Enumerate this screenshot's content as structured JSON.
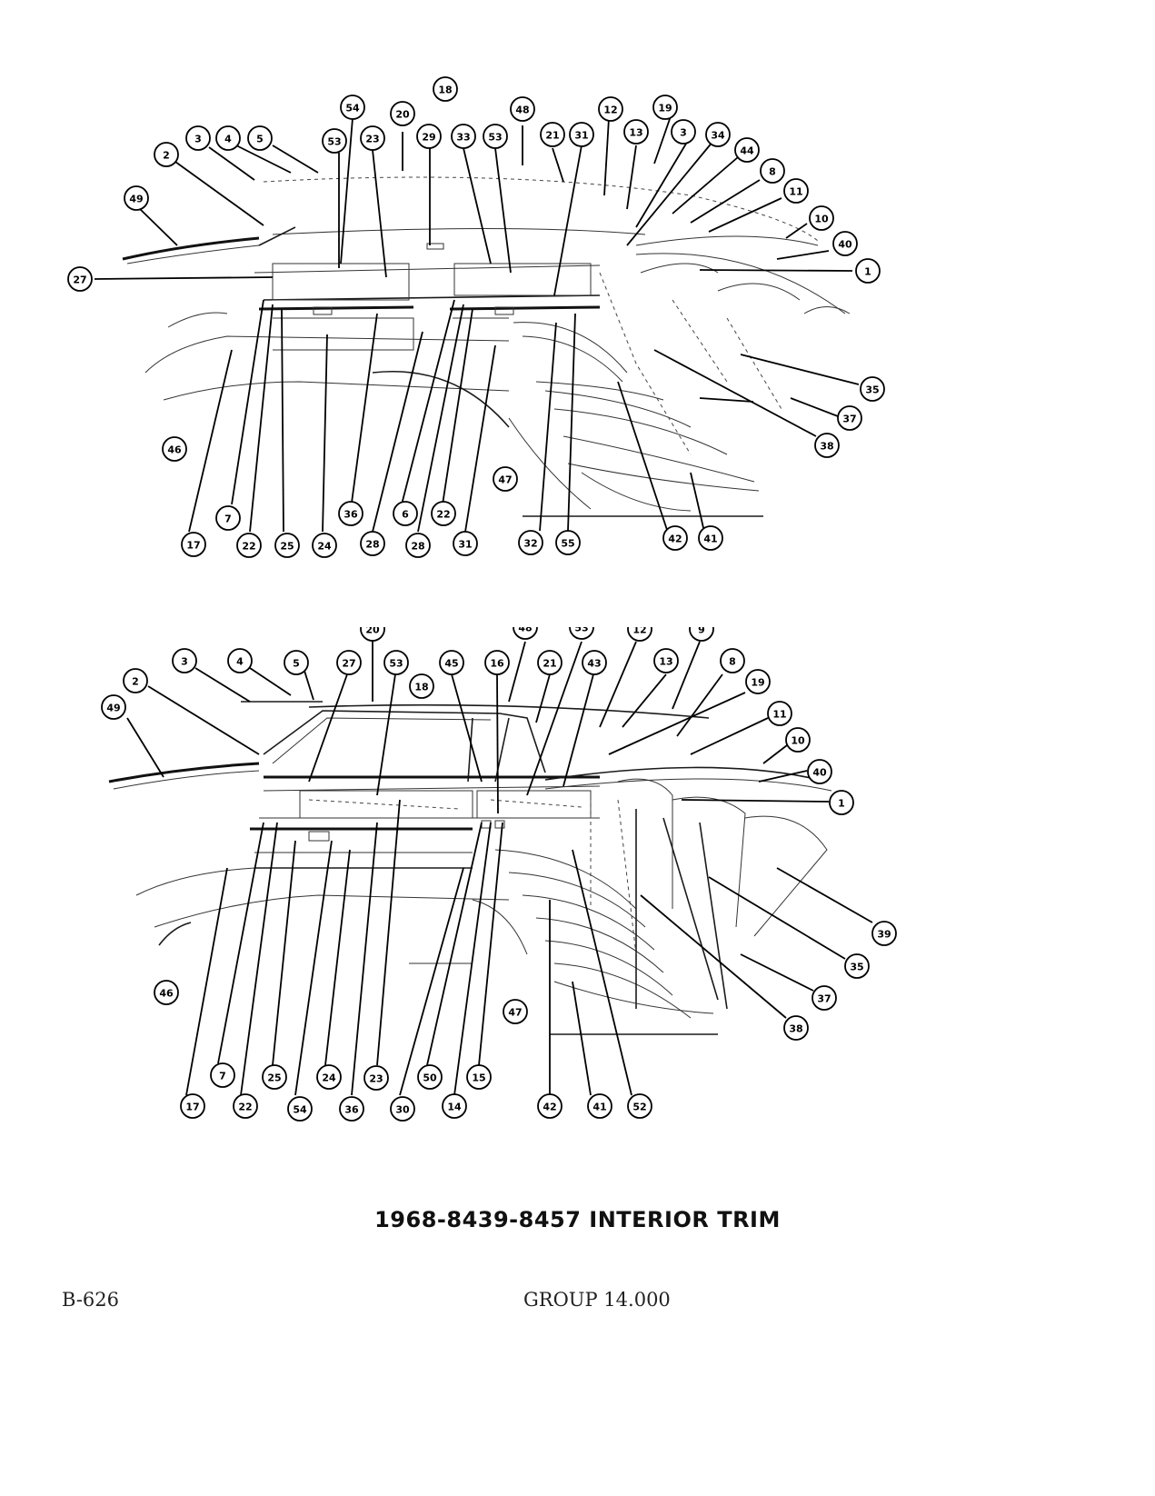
{
  "caption": "1968-8439-8457 INTERIOR TRIM",
  "page_number": "B-626",
  "group": "GROUP 14.000",
  "top_callouts": [
    "18",
    "54",
    "20",
    "48",
    "12",
    "19",
    "53",
    "23",
    "29",
    "33",
    "53",
    "21",
    "31",
    "13",
    "3",
    "34",
    "44",
    "3",
    "4",
    "5",
    "2",
    "8",
    "11",
    "49",
    "10",
    "40",
    "27",
    "1",
    "35",
    "37",
    "38",
    "46",
    "47",
    "7",
    "17",
    "22",
    "25",
    "24",
    "36",
    "6",
    "28",
    "28",
    "22",
    "31",
    "32",
    "55",
    "42",
    "41"
  ],
  "bottom_callouts": [
    "20",
    "48",
    "53",
    "12",
    "9",
    "3",
    "4",
    "5",
    "27",
    "53",
    "45",
    "16",
    "21",
    "43",
    "13",
    "8",
    "2",
    "18",
    "19",
    "49",
    "11",
    "10",
    "40",
    "1",
    "39",
    "35",
    "37",
    "38",
    "46",
    "47",
    "7",
    "25",
    "24",
    "23",
    "50",
    "15",
    "17",
    "22",
    "54",
    "36",
    "30",
    "14",
    "42",
    "41",
    "52"
  ]
}
